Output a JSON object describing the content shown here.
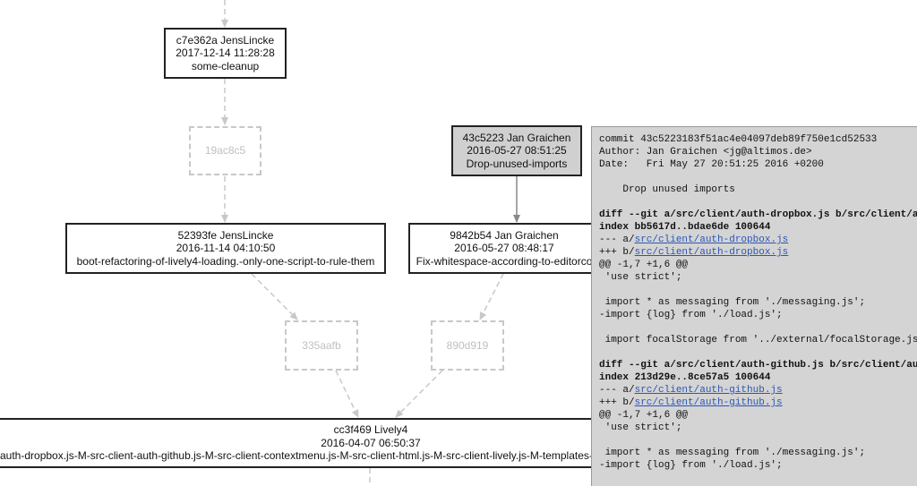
{
  "graph": {
    "nodes": {
      "c7e362a": {
        "lines": [
          "c7e362a JensLincke",
          "2017-12-14 11:28:28",
          "some-cleanup"
        ]
      },
      "19ac8c5": {
        "lines": [
          "19ac8c5"
        ]
      },
      "43c5223": {
        "lines": [
          "43c5223 Jan Graichen",
          "2016-05-27 08:51:25",
          "Drop-unused-imports"
        ]
      },
      "52393fe": {
        "lines": [
          "52393fe JensLincke",
          "2016-11-14 04:10:50",
          "boot-refactoring-of-lively4-loading.-only-one-script-to-rule-them"
        ]
      },
      "9842b54": {
        "lines": [
          "9842b54 Jan Graichen",
          "2016-05-27 08:48:17",
          "Fix-whitespace-according-to-editorco"
        ]
      },
      "335aafb": {
        "lines": [
          "335aafb"
        ]
      },
      "890d919": {
        "lines": [
          "890d919"
        ]
      },
      "cc3f469": {
        "lines": [
          "cc3f469 Lively4",
          "2016-04-07 06:50:37",
          "auth-dropbox.js-M-src-client-auth-github.js-M-src-client-contextmenu.js-M-src-client-html.js-M-src-client-lively.js-M-templates-"
        ]
      }
    },
    "colors": {
      "edge": "#888888",
      "ghost_edge": "#c8c8c8",
      "selected_node_bg": "#d0d0d0"
    }
  },
  "diff": {
    "lines": [
      {
        "type": "commit",
        "text": "commit 43c5223183f51ac4e04097deb89f750e1cd52533"
      },
      {
        "type": "plain",
        "text": "Author: Jan Graichen <jg@altimos.de>"
      },
      {
        "type": "plain",
        "text": "Date:   Fri May 27 20:51:25 2016 +0200"
      },
      {
        "type": "plain",
        "text": ""
      },
      {
        "type": "plain",
        "text": "    Drop unused imports"
      },
      {
        "type": "plain",
        "text": ""
      },
      {
        "type": "bold",
        "text": "diff --git a/src/client/auth-dropbox.js b/src/client/a"
      },
      {
        "type": "bold",
        "text": "index bb5617d..bdae6de 100644"
      },
      {
        "type": "link",
        "prefix": "--- a/",
        "link": "src/client/auth-dropbox.js"
      },
      {
        "type": "link",
        "prefix": "+++ b/",
        "link": "src/client/auth-dropbox.js"
      },
      {
        "type": "hunk",
        "text": "@@ -1,7 +1,6 @@"
      },
      {
        "type": "plain",
        "text": " 'use strict';"
      },
      {
        "type": "plain",
        "text": ""
      },
      {
        "type": "plain",
        "text": " import * as messaging from './messaging.js';"
      },
      {
        "type": "del",
        "text": "-import {log} from './load.js';"
      },
      {
        "type": "plain",
        "text": ""
      },
      {
        "type": "plain",
        "text": " import focalStorage from '../external/focalStorage.js"
      },
      {
        "type": "plain",
        "text": ""
      },
      {
        "type": "bold",
        "text": "diff --git a/src/client/auth-github.js b/src/client/au"
      },
      {
        "type": "bold",
        "text": "index 213d29e..8ce57a5 100644"
      },
      {
        "type": "link",
        "prefix": "--- a/",
        "link": "src/client/auth-github.js"
      },
      {
        "type": "link",
        "prefix": "+++ b/",
        "link": "src/client/auth-github.js"
      },
      {
        "type": "hunk",
        "text": "@@ -1,7 +1,6 @@"
      },
      {
        "type": "plain",
        "text": " 'use strict';"
      },
      {
        "type": "plain",
        "text": ""
      },
      {
        "type": "plain",
        "text": " import * as messaging from './messaging.js';"
      },
      {
        "type": "del",
        "text": "-import {log} from './load.js';"
      }
    ]
  }
}
